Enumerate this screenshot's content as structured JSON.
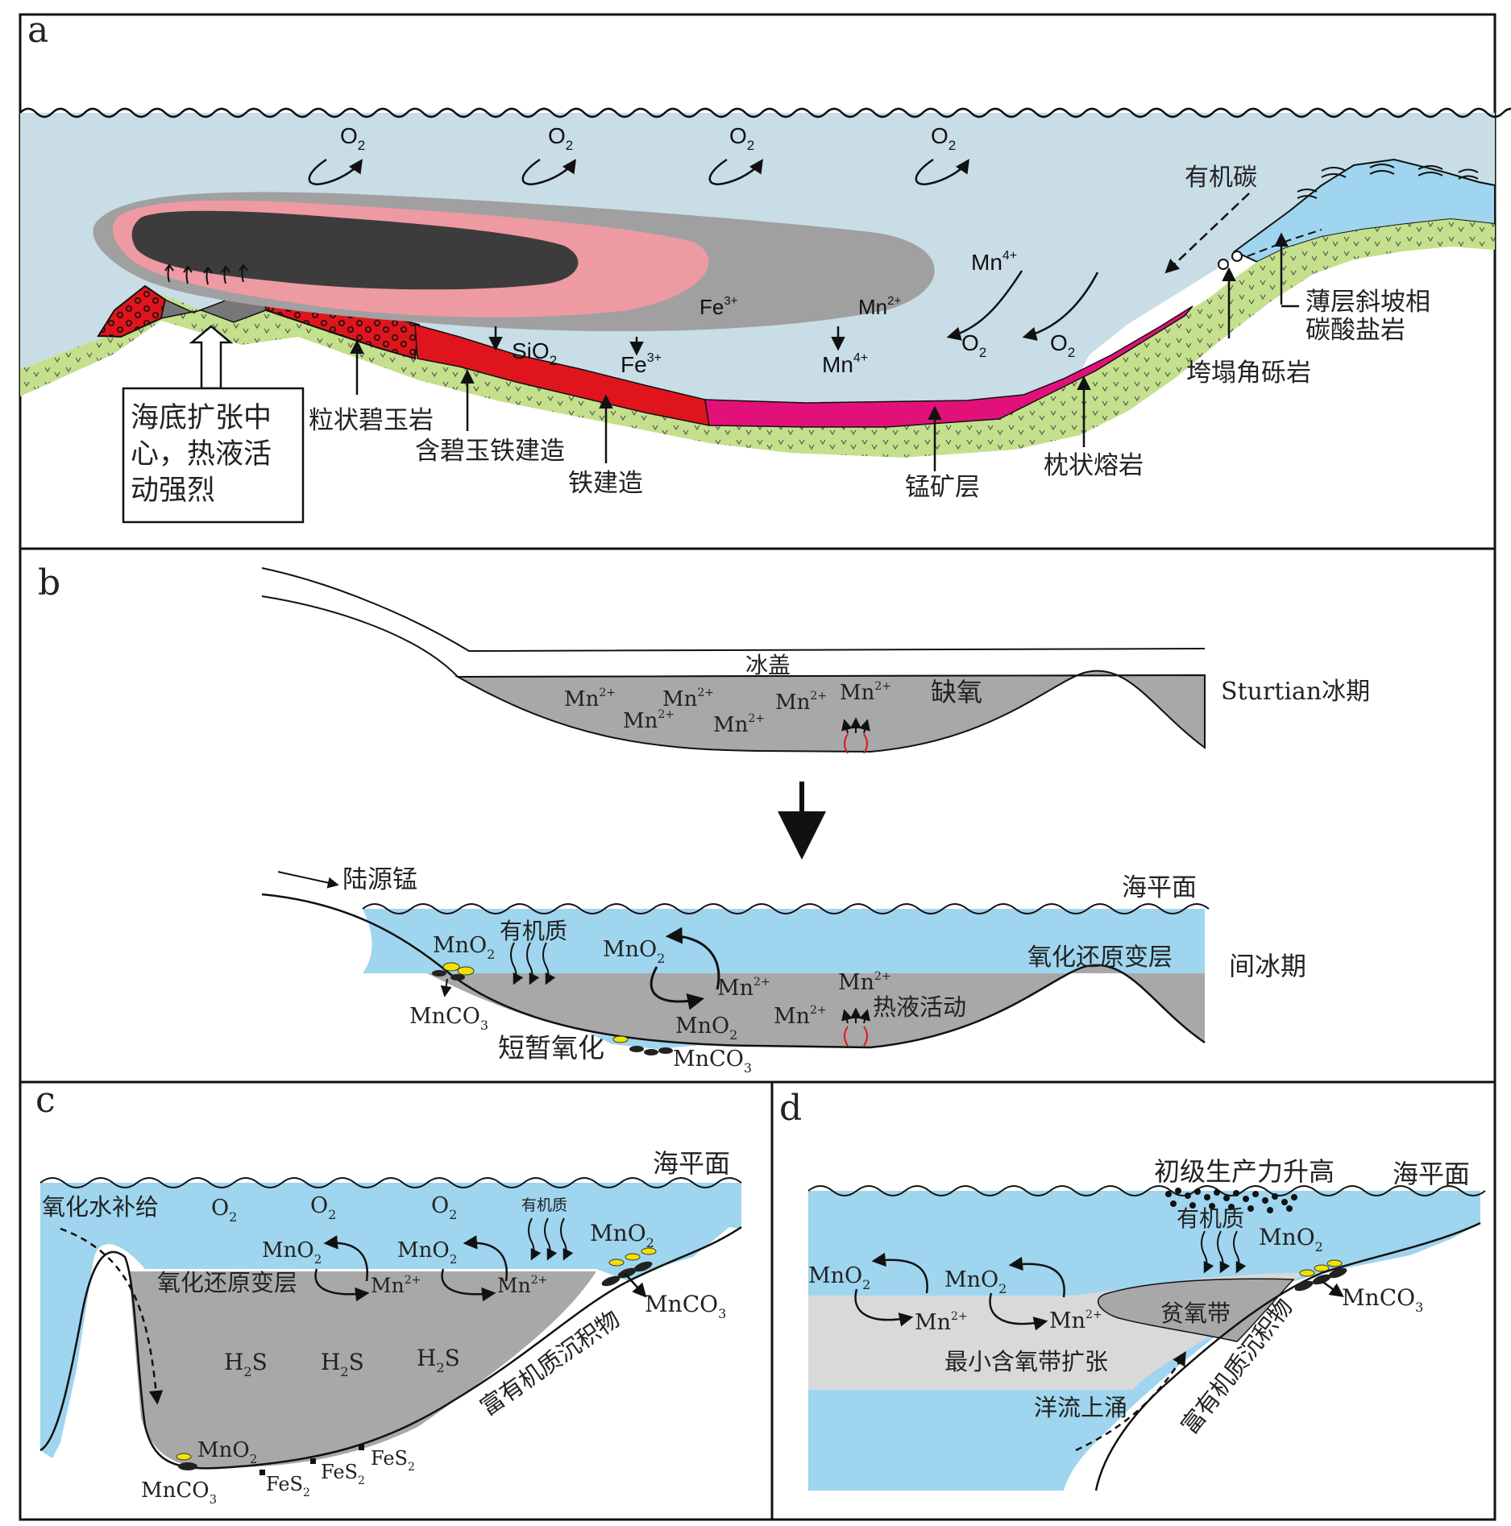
{
  "panel_a": {
    "label": "a",
    "o2": "O",
    "sub2": "2",
    "fe3": "Fe",
    "sup3": "3+",
    "mn2": "Mn",
    "sup2": "2+",
    "mn4": "Mn",
    "sup4": "4+",
    "sio2": "SiO",
    "organic_carbon": "有机碳",
    "thin_slope_line1": "薄层斜坡相",
    "thin_slope_line2": "碳酸盐岩",
    "collapse_breccia": "垮塌角砾岩",
    "pillow_lava": "枕状熔岩",
    "mn_ore": "锰矿层",
    "bif": "铁建造",
    "jasper_bif": "含碧玉铁建造",
    "granular_jasper": "粒状碧玉岩",
    "spreading_line1": "海底扩张中",
    "spreading_line2": "心，热液活",
    "spreading_line3": "动强烈"
  },
  "panel_b": {
    "label": "b",
    "ice_cap": "冰盖",
    "anoxic": "缺氧",
    "sturtian": "Sturtian冰期",
    "mn": "Mn",
    "sup2": "2+",
    "terrigenous_mn": "陆源锰",
    "sea_level": "海平面",
    "redox_layer": "氧化还原变层",
    "interglacial": "间冰期",
    "organic_matter": "有机质",
    "mno": "MnO",
    "sub2": "2",
    "mnco": "MnCO",
    "sub3": "3",
    "hydrothermal": "热液活动",
    "brief_oxidation": "短暂氧化"
  },
  "panel_c": {
    "label": "c",
    "sea_level": "海平面",
    "oxidized_water": "氧化水补给",
    "o": "O",
    "sub2": "2",
    "organic_matter": "有机质",
    "mno": "MnO",
    "mn": "Mn",
    "sup2": "2+",
    "mnco": "MnCO",
    "sub3": "3",
    "redox_layer": "氧化还原变层",
    "h2s_h": "H",
    "h2s_s": "S",
    "fes": "FeS",
    "organic_rich": "富有机质沉积物"
  },
  "panel_d": {
    "label": "d",
    "productivity": "初级生产力升高",
    "sea_level": "海平面",
    "organic_matter": "有机质",
    "mno": "MnO",
    "sub2": "2",
    "mn": "Mn",
    "sup2": "2+",
    "mnco": "MnCO",
    "sub3": "3",
    "suboxic": "贫氧带",
    "omz": "最小含氧带扩张",
    "upwelling": "洋流上涌",
    "organic_rich": "富有机质沉积物"
  },
  "colors": {
    "seawater_light": "#c8dde6",
    "seawater_blue": "#9fd5ee",
    "basalt_green": "#c4e08c",
    "iron_red": "#e0141c",
    "mn_magenta": "#e2117a",
    "plume_gray": "#a0a0a0",
    "plume_pink": "#ee9aa2",
    "plume_dark": "#3c3c3c",
    "anoxic_gray": "#a8a8a8",
    "omz_light": "#d9d9d9",
    "mineral_yellow": "#f2e200"
  }
}
